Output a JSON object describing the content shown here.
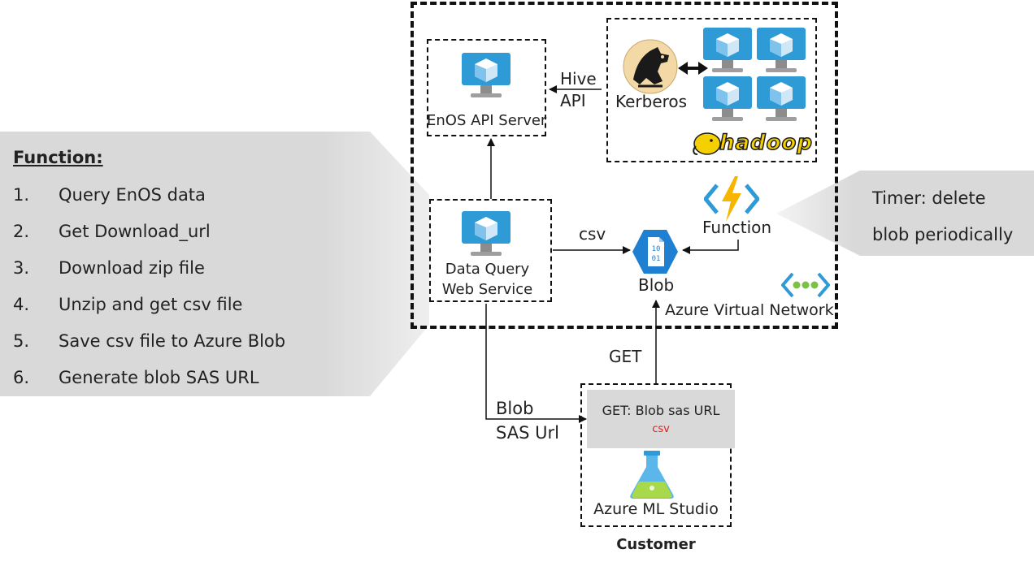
{
  "function_panel": {
    "heading": "Function:",
    "items": [
      {
        "num": "1.",
        "text": "Query EnOS data"
      },
      {
        "num": "2.",
        "text": "Get Download_url"
      },
      {
        "num": "3.",
        "text": "Download zip file"
      },
      {
        "num": "4.",
        "text": "Unzip and get csv file"
      },
      {
        "num": "5.",
        "text": "Save csv file to Azure Blob"
      },
      {
        "num": "6.",
        "text": "Generate blob SAS URL"
      }
    ]
  },
  "timer_panel": {
    "line1": "Timer: delete",
    "line2": "blob periodically"
  },
  "nodes": {
    "enos_api_server": "EnOS API Server",
    "hive_api": {
      "line1": "Hive",
      "line2": "API"
    },
    "kerberos": "Kerberos",
    "hadoop": "hadoop",
    "data_query": {
      "line1": "Data Query",
      "line2": "Web Service"
    },
    "csv_edge": "csv",
    "blob": "Blob",
    "function": "Function",
    "vnet": "Azure Virtual Network",
    "get_edge": "GET",
    "blob_sas": {
      "line1": "Blob",
      "line2": "SAS Url"
    },
    "get_blob_sas": "GET: Blob sas URL",
    "csv_small": "csv",
    "ml_studio": "Azure ML Studio",
    "customer": "Customer"
  },
  "colors": {
    "azure_blue": "#2e9ad6",
    "panel_gray": "#d9d9d9",
    "csv_red": "#e02020",
    "hadoop_yellow": "#f5d000",
    "flask_green": "#a7d94a"
  },
  "icons": [
    "vm-icon",
    "kerberos-icon",
    "hadoop-logo-icon",
    "blob-icon",
    "function-icon",
    "vnet-icon",
    "ml-flask-icon"
  ]
}
